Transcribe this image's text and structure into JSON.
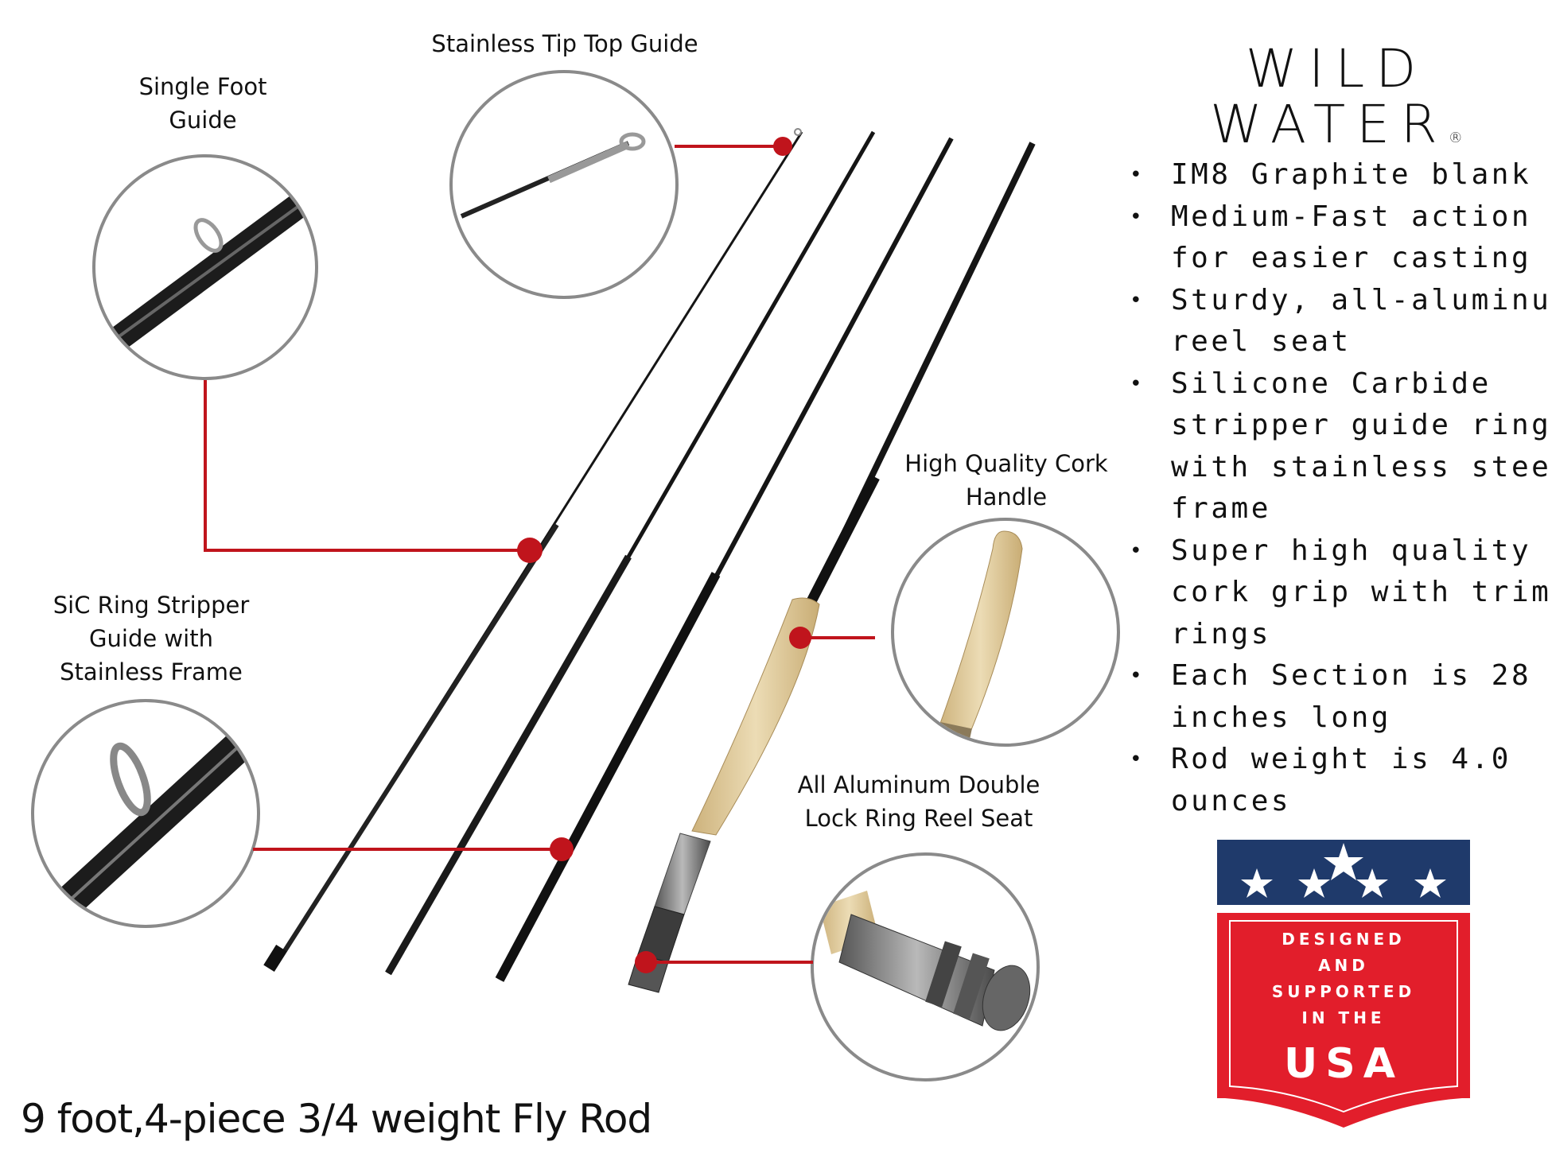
{
  "brand": {
    "line1": "WILD",
    "line2": "WATER",
    "reg_mark": "®"
  },
  "features": [
    "IM8 Graphite blank",
    "Medium-Fast action for easier casting",
    "Sturdy, all-aluminum reel seat",
    "Silicone Carbide stripper guide ring with stainless steel frame",
    "Super high quality cork grip with trim rings",
    "Each Section is 28 inches long",
    "Rod weight is 4.0 ounces"
  ],
  "callouts": {
    "single_foot": [
      "Single Foot",
      "Guide"
    ],
    "tip_top": [
      "Stainless Tip Top Guide"
    ],
    "sic_ring": [
      "SiC Ring Stripper",
      "Guide with",
      "Stainless Frame"
    ],
    "cork": [
      "High Quality Cork",
      "Handle"
    ],
    "reel_seat": [
      "All Aluminum Double",
      "Lock Ring Reel Seat"
    ]
  },
  "badge": {
    "lines": [
      "DESIGNED",
      "AND",
      "SUPPORTED",
      "IN THE"
    ],
    "country": "USA",
    "stars": 5
  },
  "product_title": "9 foot,4-piece 3/4 weight Fly Rod",
  "colors": {
    "accent_red": "#c0141c",
    "badge_blue": "#1f3a6b",
    "badge_red": "#e21e2b",
    "rod_black": "#151515",
    "cork": "#e3cfa4",
    "circle_gray": "#8a8a8a"
  },
  "icons": {
    "bullet": "bullet-dot-icon",
    "star": "star-icon"
  }
}
